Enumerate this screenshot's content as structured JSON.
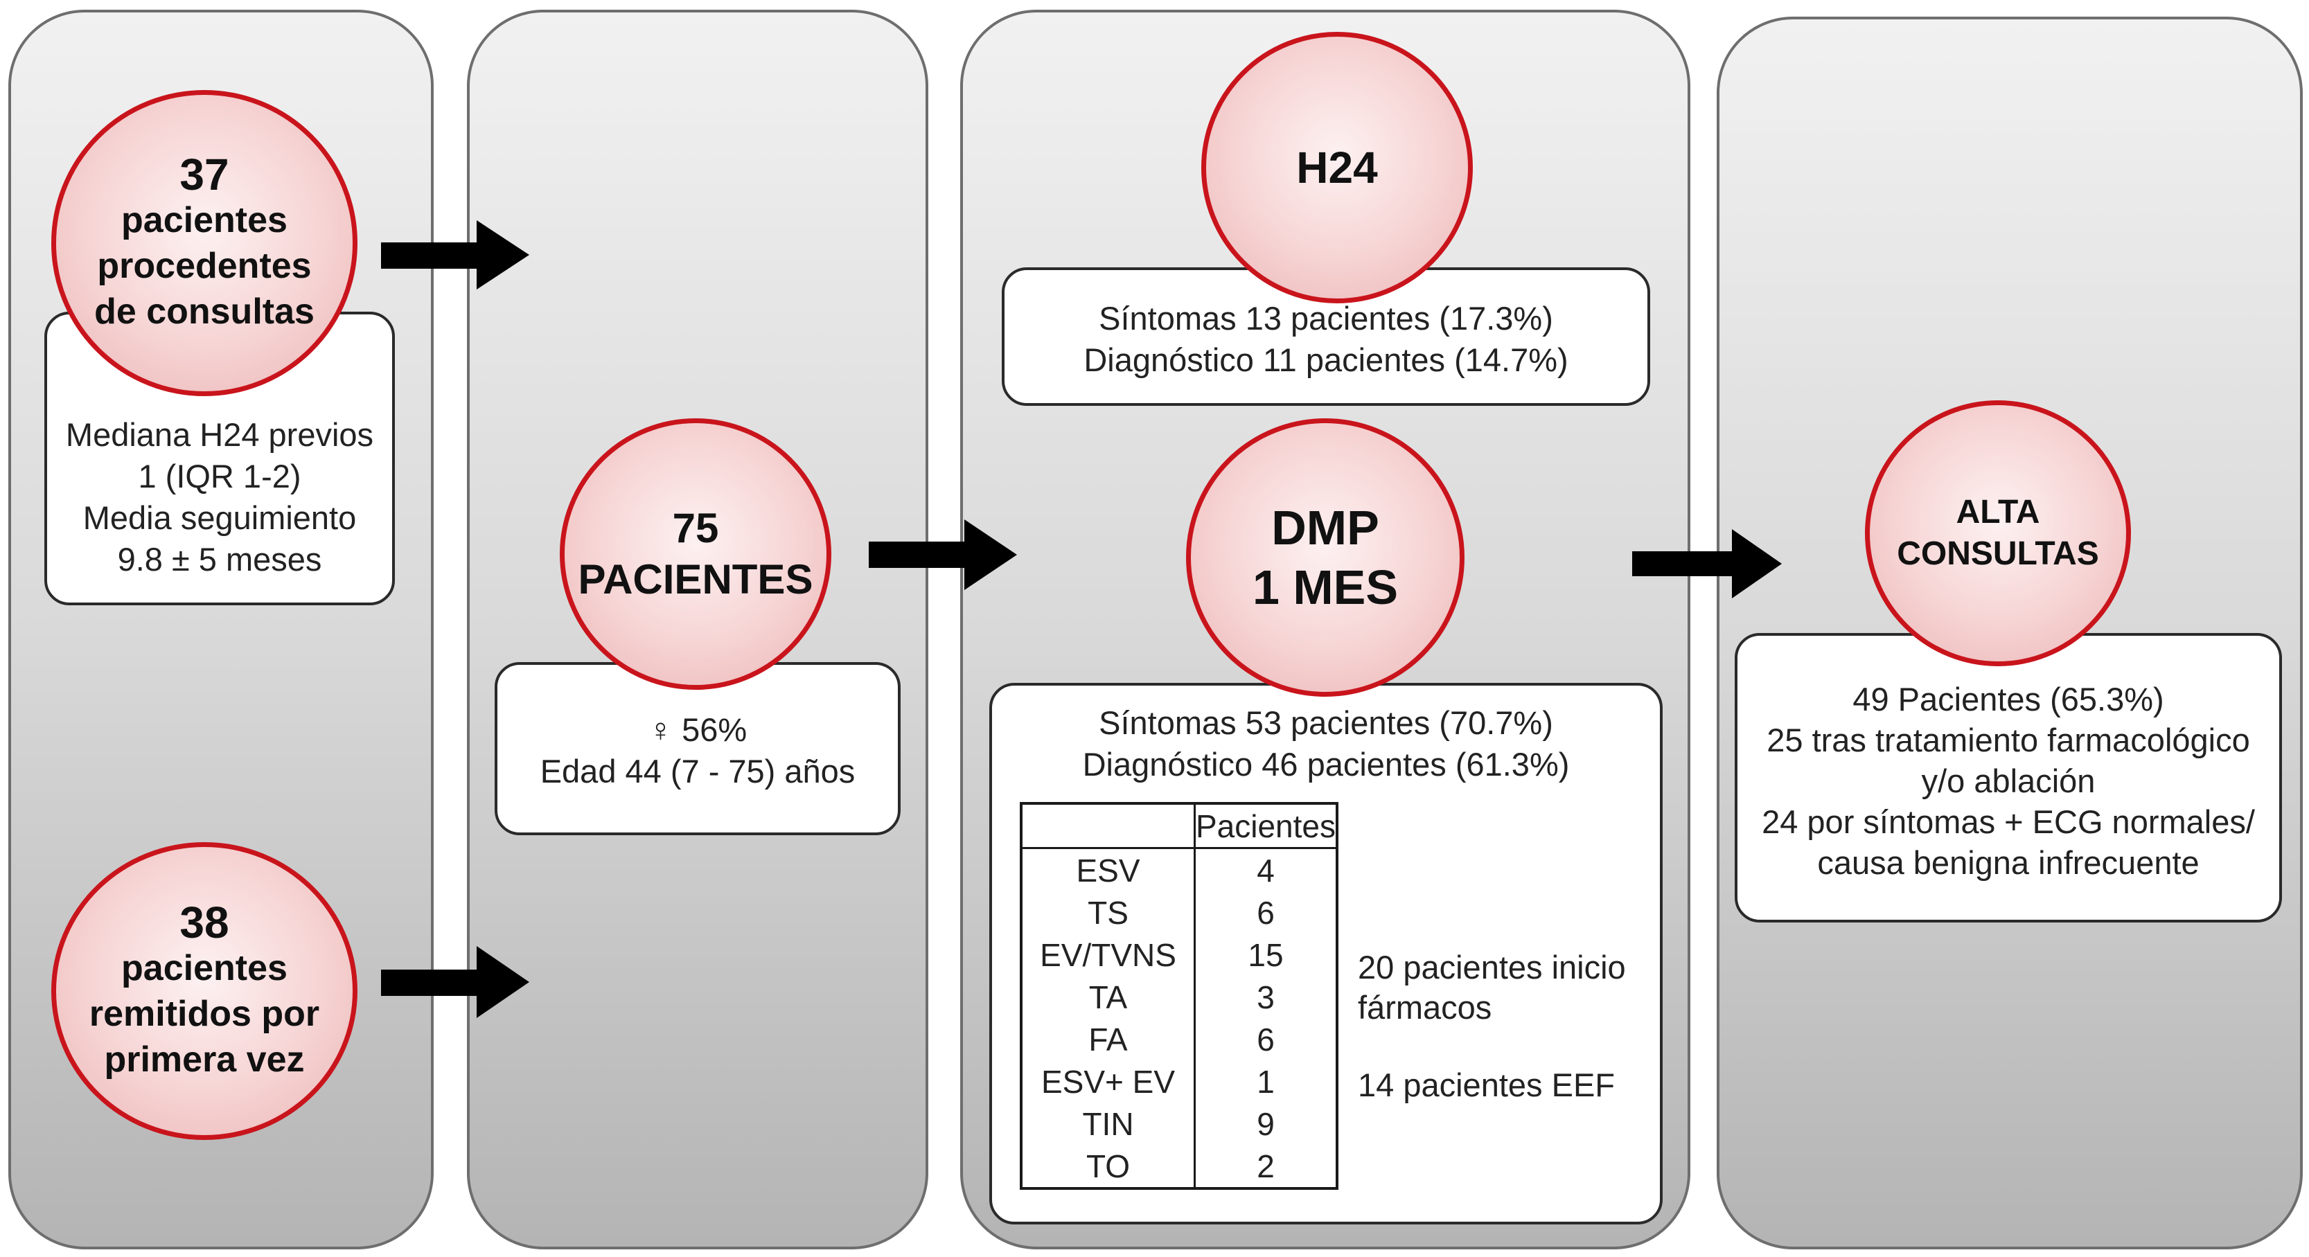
{
  "column1": {
    "circle_consultas": [
      "37",
      "pacientes",
      "procedentes",
      "de consultas"
    ],
    "box_consultas": [
      "Mediana H24 previos",
      "1 (IQR 1-2)",
      "Media seguimiento",
      "9.8 ± 5 meses"
    ],
    "circle_primera_vez": [
      "38",
      "pacientes",
      "remitidos por",
      "primera vez"
    ]
  },
  "column2": {
    "circle_total": [
      "75",
      "PACIENTES"
    ],
    "box_total": {
      "female_symbol": "♀",
      "female_pct": "56%",
      "age": "Edad 44 (7 - 75) años"
    }
  },
  "column3": {
    "circle_h24": "H24",
    "box_h24": [
      "Síntomas 13 pacientes (17.3%)",
      "Diagnóstico 11 pacientes (14.7%)"
    ],
    "circle_dmp": [
      "DMP",
      "1 MES"
    ],
    "box_dmp": [
      "Síntomas 53 pacientes (70.7%)",
      "Diagnóstico 46 pacientes (61.3%)"
    ],
    "table": {
      "header": "Pacientes",
      "rows": [
        {
          "label": "ESV",
          "value": "4"
        },
        {
          "label": "TS",
          "value": "6"
        },
        {
          "label": "EV/TVNS",
          "value": "15"
        },
        {
          "label": "TA",
          "value": "3"
        },
        {
          "label": "FA",
          "value": "6"
        },
        {
          "label": "ESV+ EV",
          "value": "1"
        },
        {
          "label": "TIN",
          "value": "9"
        },
        {
          "label": "TO",
          "value": "2"
        }
      ]
    },
    "note_farmacos": [
      "20 pacientes inicio",
      "fármacos"
    ],
    "note_eef": "14 pacientes EEF"
  },
  "column4": {
    "circle_alta": [
      "ALTA",
      "CONSULTAS"
    ],
    "box_alta": [
      "49 Pacientes (65.3%)",
      "25 tras tratamiento farmacológico",
      "y/o ablación",
      "24 por síntomas + ECG normales/",
      "causa benigna infrecuente"
    ]
  },
  "colors": {
    "circle_border": "#c9141c",
    "circle_fill": "#f6d3d3",
    "arrow": "#000000",
    "panel_border": "#6e6e6e"
  },
  "icons": {
    "arrow": "right-arrow",
    "female": "female-symbol"
  }
}
